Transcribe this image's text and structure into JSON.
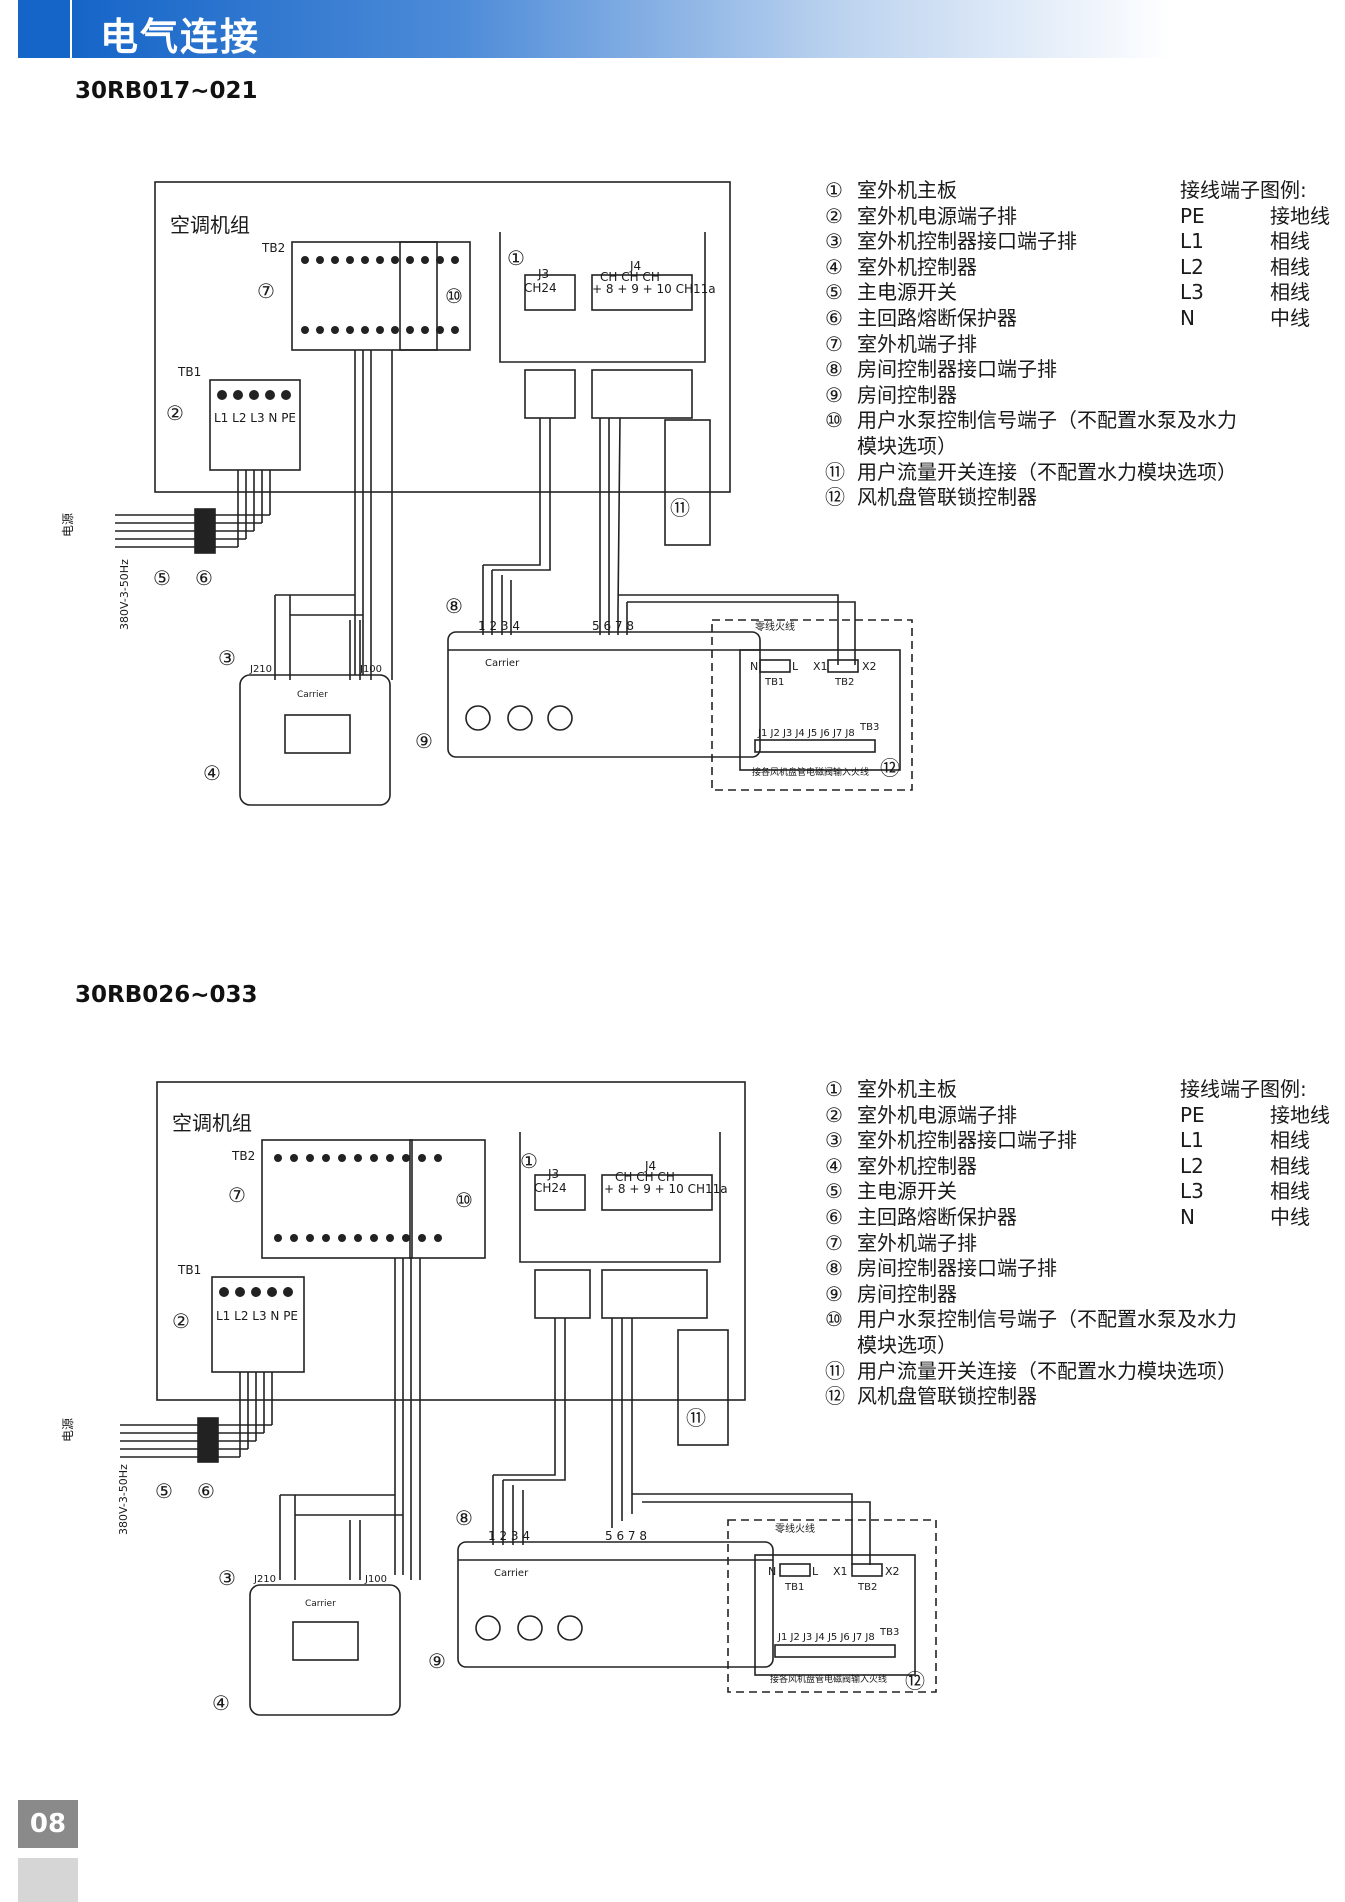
{
  "header": {
    "title": "电气连接"
  },
  "sections": [
    {
      "model": "30RB017~021"
    },
    {
      "model": "30RB026~033"
    }
  ],
  "legend": {
    "items": [
      {
        "num": "①",
        "text": "室外机主板"
      },
      {
        "num": "②",
        "text": "室外机电源端子排"
      },
      {
        "num": "③",
        "text": "室外机控制器接口端子排"
      },
      {
        "num": "④",
        "text": "室外机控制器"
      },
      {
        "num": "⑤",
        "text": "主电源开关"
      },
      {
        "num": "⑥",
        "text": "主回路熔断保护器"
      },
      {
        "num": "⑦",
        "text": "室外机端子排"
      },
      {
        "num": "⑧",
        "text": "房间控制器接口端子排"
      },
      {
        "num": "⑨",
        "text": "房间控制器"
      },
      {
        "num": "⑩",
        "text": "用户水泵控制信号端子（不配置水泵及水力"
      },
      {
        "num": "",
        "text": "模块选项）"
      },
      {
        "num": "⑪",
        "text": "用户流量开关连接（不配置水力模块选项）"
      },
      {
        "num": "⑫",
        "text": "风机盘管联锁控制器"
      }
    ],
    "key_title": "接线端子图例:",
    "key": [
      {
        "code": "PE",
        "desc": "接地线"
      },
      {
        "code": "L1",
        "desc": "相线"
      },
      {
        "code": "L2",
        "desc": "相线"
      },
      {
        "code": "L3",
        "desc": "相线"
      },
      {
        "code": "N",
        "desc": "中线"
      }
    ]
  },
  "diagram_labels": {
    "unit": "空调机组",
    "tb1": "TB1",
    "tb2": "TB2",
    "tb1_terms": "L1 L2 L3  N  PE",
    "j3": "J3",
    "j4": "J4",
    "ch24": "CH24",
    "ch_row1": "CH  CH  CH",
    "ch_row2": "+  8 +  9 + 10 CH11a",
    "power": "电源",
    "power_spec": "380V-3-50Hz",
    "j210": "J210",
    "j100": "J100",
    "term_1234": "1 2 3 4",
    "term_5678": "5 6 7 8",
    "carrier": "Carrier",
    "zero_fire": "零线火线",
    "n": "N",
    "l": "L",
    "x1": "X1",
    "x2": "X2",
    "tb1_fc": "TB1",
    "tb2_fc": "TB2",
    "tb3": "TB3",
    "j_terms": "J1 J2 J3 J4 J5 J6 J7 J8",
    "fc_note": "接各风机盘管电磁阀输入火线",
    "callouts": [
      "①",
      "②",
      "③",
      "④",
      "⑤",
      "⑥",
      "⑦",
      "⑧",
      "⑨",
      "⑩",
      "⑪",
      "⑫"
    ]
  },
  "footer": {
    "page": "08"
  }
}
